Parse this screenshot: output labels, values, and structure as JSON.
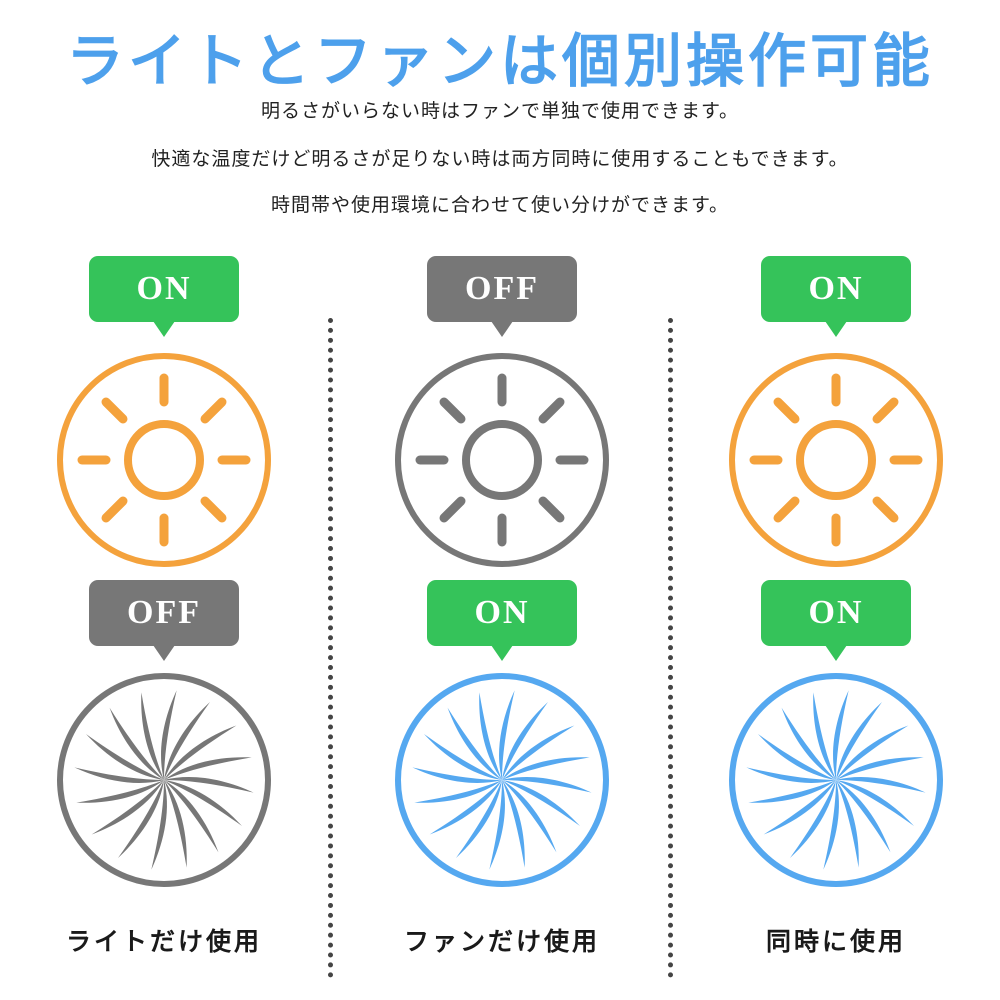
{
  "header": {
    "title": "ライトとファンは個別操作可能",
    "description_lines": [
      "明るさがいらない時はファンで単独で使用できます。",
      "快適な温度だけど明るさが足りない時は両方同時に使用することもできます。",
      "時間帯や使用環境に合わせて使い分けができます。"
    ]
  },
  "colors": {
    "title": "#4da0ec",
    "on_badge": "#35c35a",
    "off_badge": "#777777",
    "light_on": "#f4a23c",
    "fan_on": "#55a8f0",
    "inactive": "#777777"
  },
  "columns": [
    {
      "light_state": "ON",
      "fan_state": "OFF",
      "caption": "ライトだけ使用",
      "light_on": true,
      "fan_on": false
    },
    {
      "light_state": "OFF",
      "fan_state": "ON",
      "caption": "ファンだけ使用",
      "light_on": false,
      "fan_on": true
    },
    {
      "light_state": "ON",
      "fan_state": "ON",
      "caption": "同時に使用",
      "light_on": true,
      "fan_on": true
    }
  ],
  "icons": {
    "light": "sun-icon",
    "fan": "fan-icon"
  }
}
